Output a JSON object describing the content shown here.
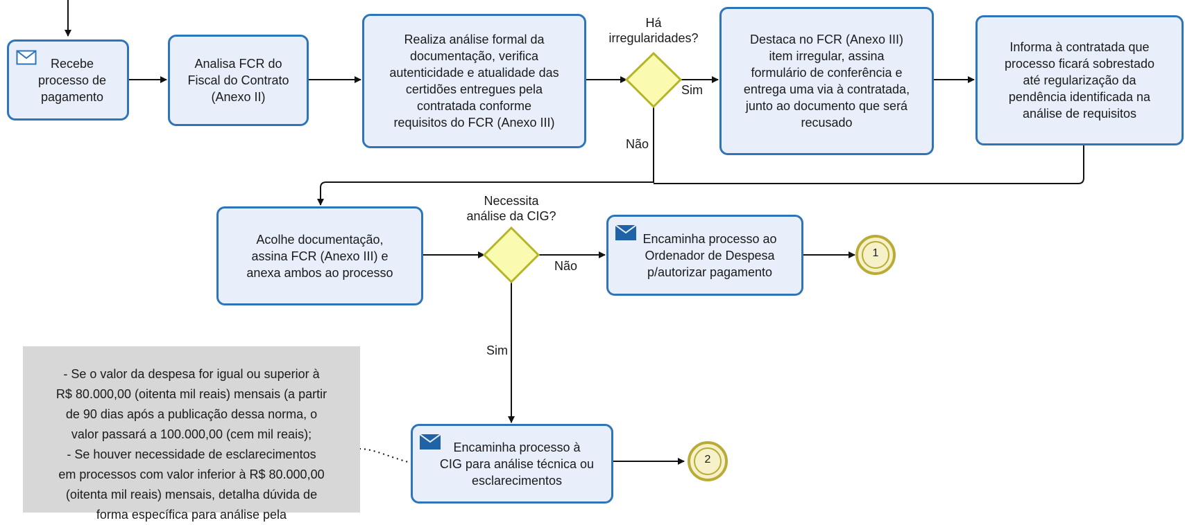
{
  "tasks": {
    "recebe": [
      "Recebe",
      "processo de",
      "pagamento"
    ],
    "analisa_fcr": [
      "Analisa FCR do",
      "Fiscal do Contrato",
      "(Anexo II)"
    ],
    "realiza": [
      "Realiza análise formal da",
      "documentação, verifica",
      "autenticidade e atualidade das",
      "certidões entregues pela",
      "contratada conforme",
      "requisitos do FCR (Anexo III)"
    ],
    "destaca": [
      "Destaca no FCR (Anexo III)",
      "item irregular, assina",
      "formulário de conferência e",
      "entrega uma via à contratada,",
      "junto ao documento que será",
      "recusado"
    ],
    "informa": [
      "Informa à contratada que",
      "processo ficará sobrestado",
      "até regularização da",
      "pendência identificada na",
      "análise de requisitos"
    ],
    "acolhe": [
      "Acolhe documentação,",
      "assina FCR (Anexo III) e",
      "anexa ambos ao processo"
    ],
    "encaminha_ordenador": [
      "Encaminha processo ao",
      "Ordenador de Despesa",
      "p/autorizar pagamento"
    ],
    "encaminha_cig": [
      "Encaminha processo à",
      "CIG para análise técnica ou",
      "esclarecimentos"
    ]
  },
  "gateways": {
    "irregularidades": [
      "Há",
      "irregularidades?"
    ],
    "necessita": [
      "Necessita",
      "análise da CIG?"
    ]
  },
  "flow_labels": {
    "sim_1": "Sim",
    "nao_1": "Não",
    "nao_2": "Não",
    "sim_2": "Sim"
  },
  "end_events": {
    "end_1": "1",
    "end_2": "2"
  },
  "annotation": [
    "- Se o valor da despesa for igual ou superior à",
    "R$ 80.000,00 (oitenta mil reais) mensais (a partir",
    "de 90 dias após a publicação dessa norma, o",
    "valor passará a 100.000,00 (cem mil reais);",
    "- Se houver necessidade de esclarecimentos",
    "em processos com valor inferior à R$ 80.000,00",
    "(oitenta mil reais) mensais, detalha dúvida de",
    "forma específica para análise pela"
  ],
  "colors": {
    "task_fill": "#e8effb",
    "task_border": "#2d74b8",
    "gateway_fill": "#fafab0",
    "gateway_border": "#b5b52a",
    "end_fill": "#f6f1c8",
    "end_border": "#b8ac36",
    "annotation_bg": "#d7d7d7"
  }
}
